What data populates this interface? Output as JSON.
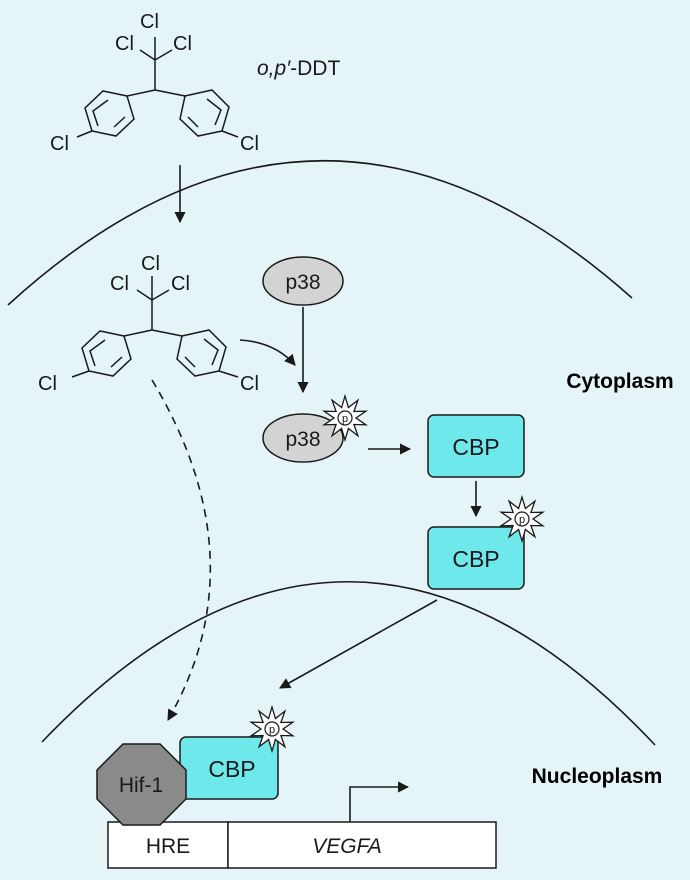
{
  "compound": {
    "name_prefix": "o,p′",
    "name_suffix": "-DDT",
    "atom_cl": "Cl"
  },
  "compartments": {
    "cytoplasm": "Cytoplasm",
    "nucleoplasm": "Nucleoplasm"
  },
  "proteins": {
    "p38": "p38",
    "p38_phospho": "p38",
    "cbp": "CBP",
    "cbp_phospho": "CBP",
    "cbp_nuclear": "CBP",
    "hif1": "Hif-1"
  },
  "phospho_label": "p",
  "dna": {
    "hre": "HRE",
    "gene": "VEGFA"
  },
  "colors": {
    "background": "#e5f4f7",
    "protein_gray": "#d3d3d3",
    "cbp_cyan": "#6fe8ec",
    "hif_gray": "#8a8a8a",
    "line": "#1a1a1a"
  }
}
